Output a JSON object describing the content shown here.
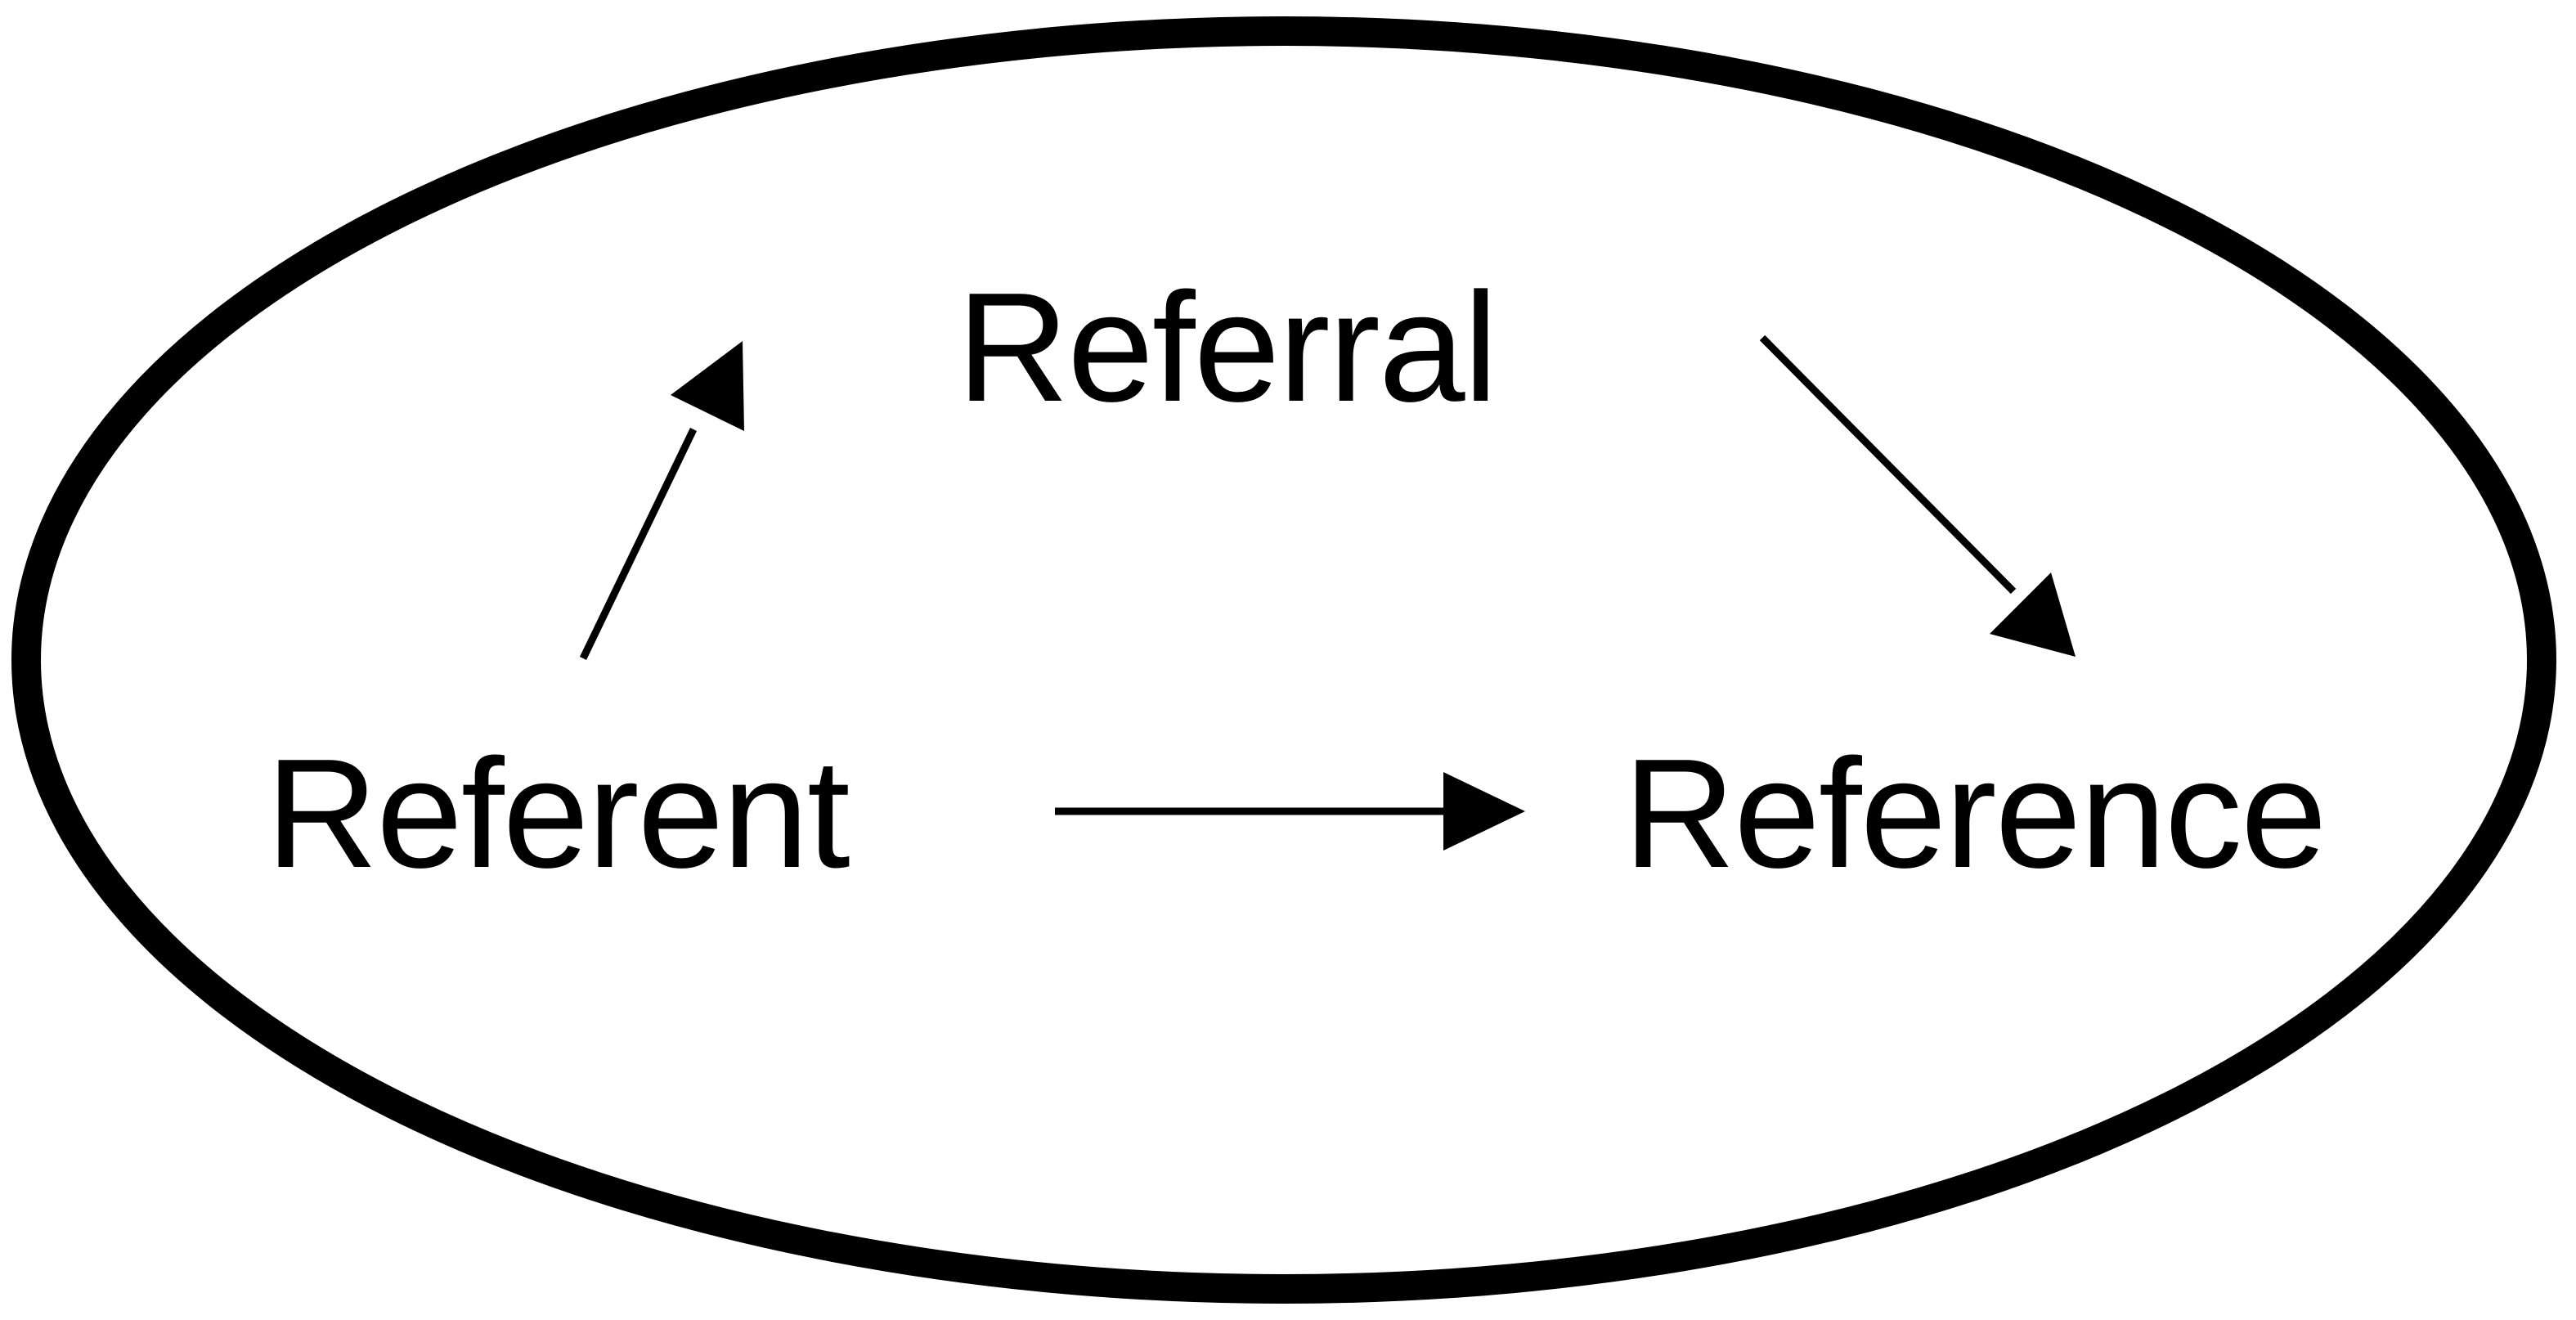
{
  "diagram": {
    "nodes": {
      "referral": "Referral",
      "referent": "Referent",
      "reference": "Reference"
    },
    "edges": [
      {
        "from": "Referent",
        "to": "Referral"
      },
      {
        "from": "Referral",
        "to": "Reference"
      },
      {
        "from": "Referent",
        "to": "Reference"
      }
    ],
    "colors": {
      "stroke": "#000000",
      "background": "#ffffff"
    }
  }
}
